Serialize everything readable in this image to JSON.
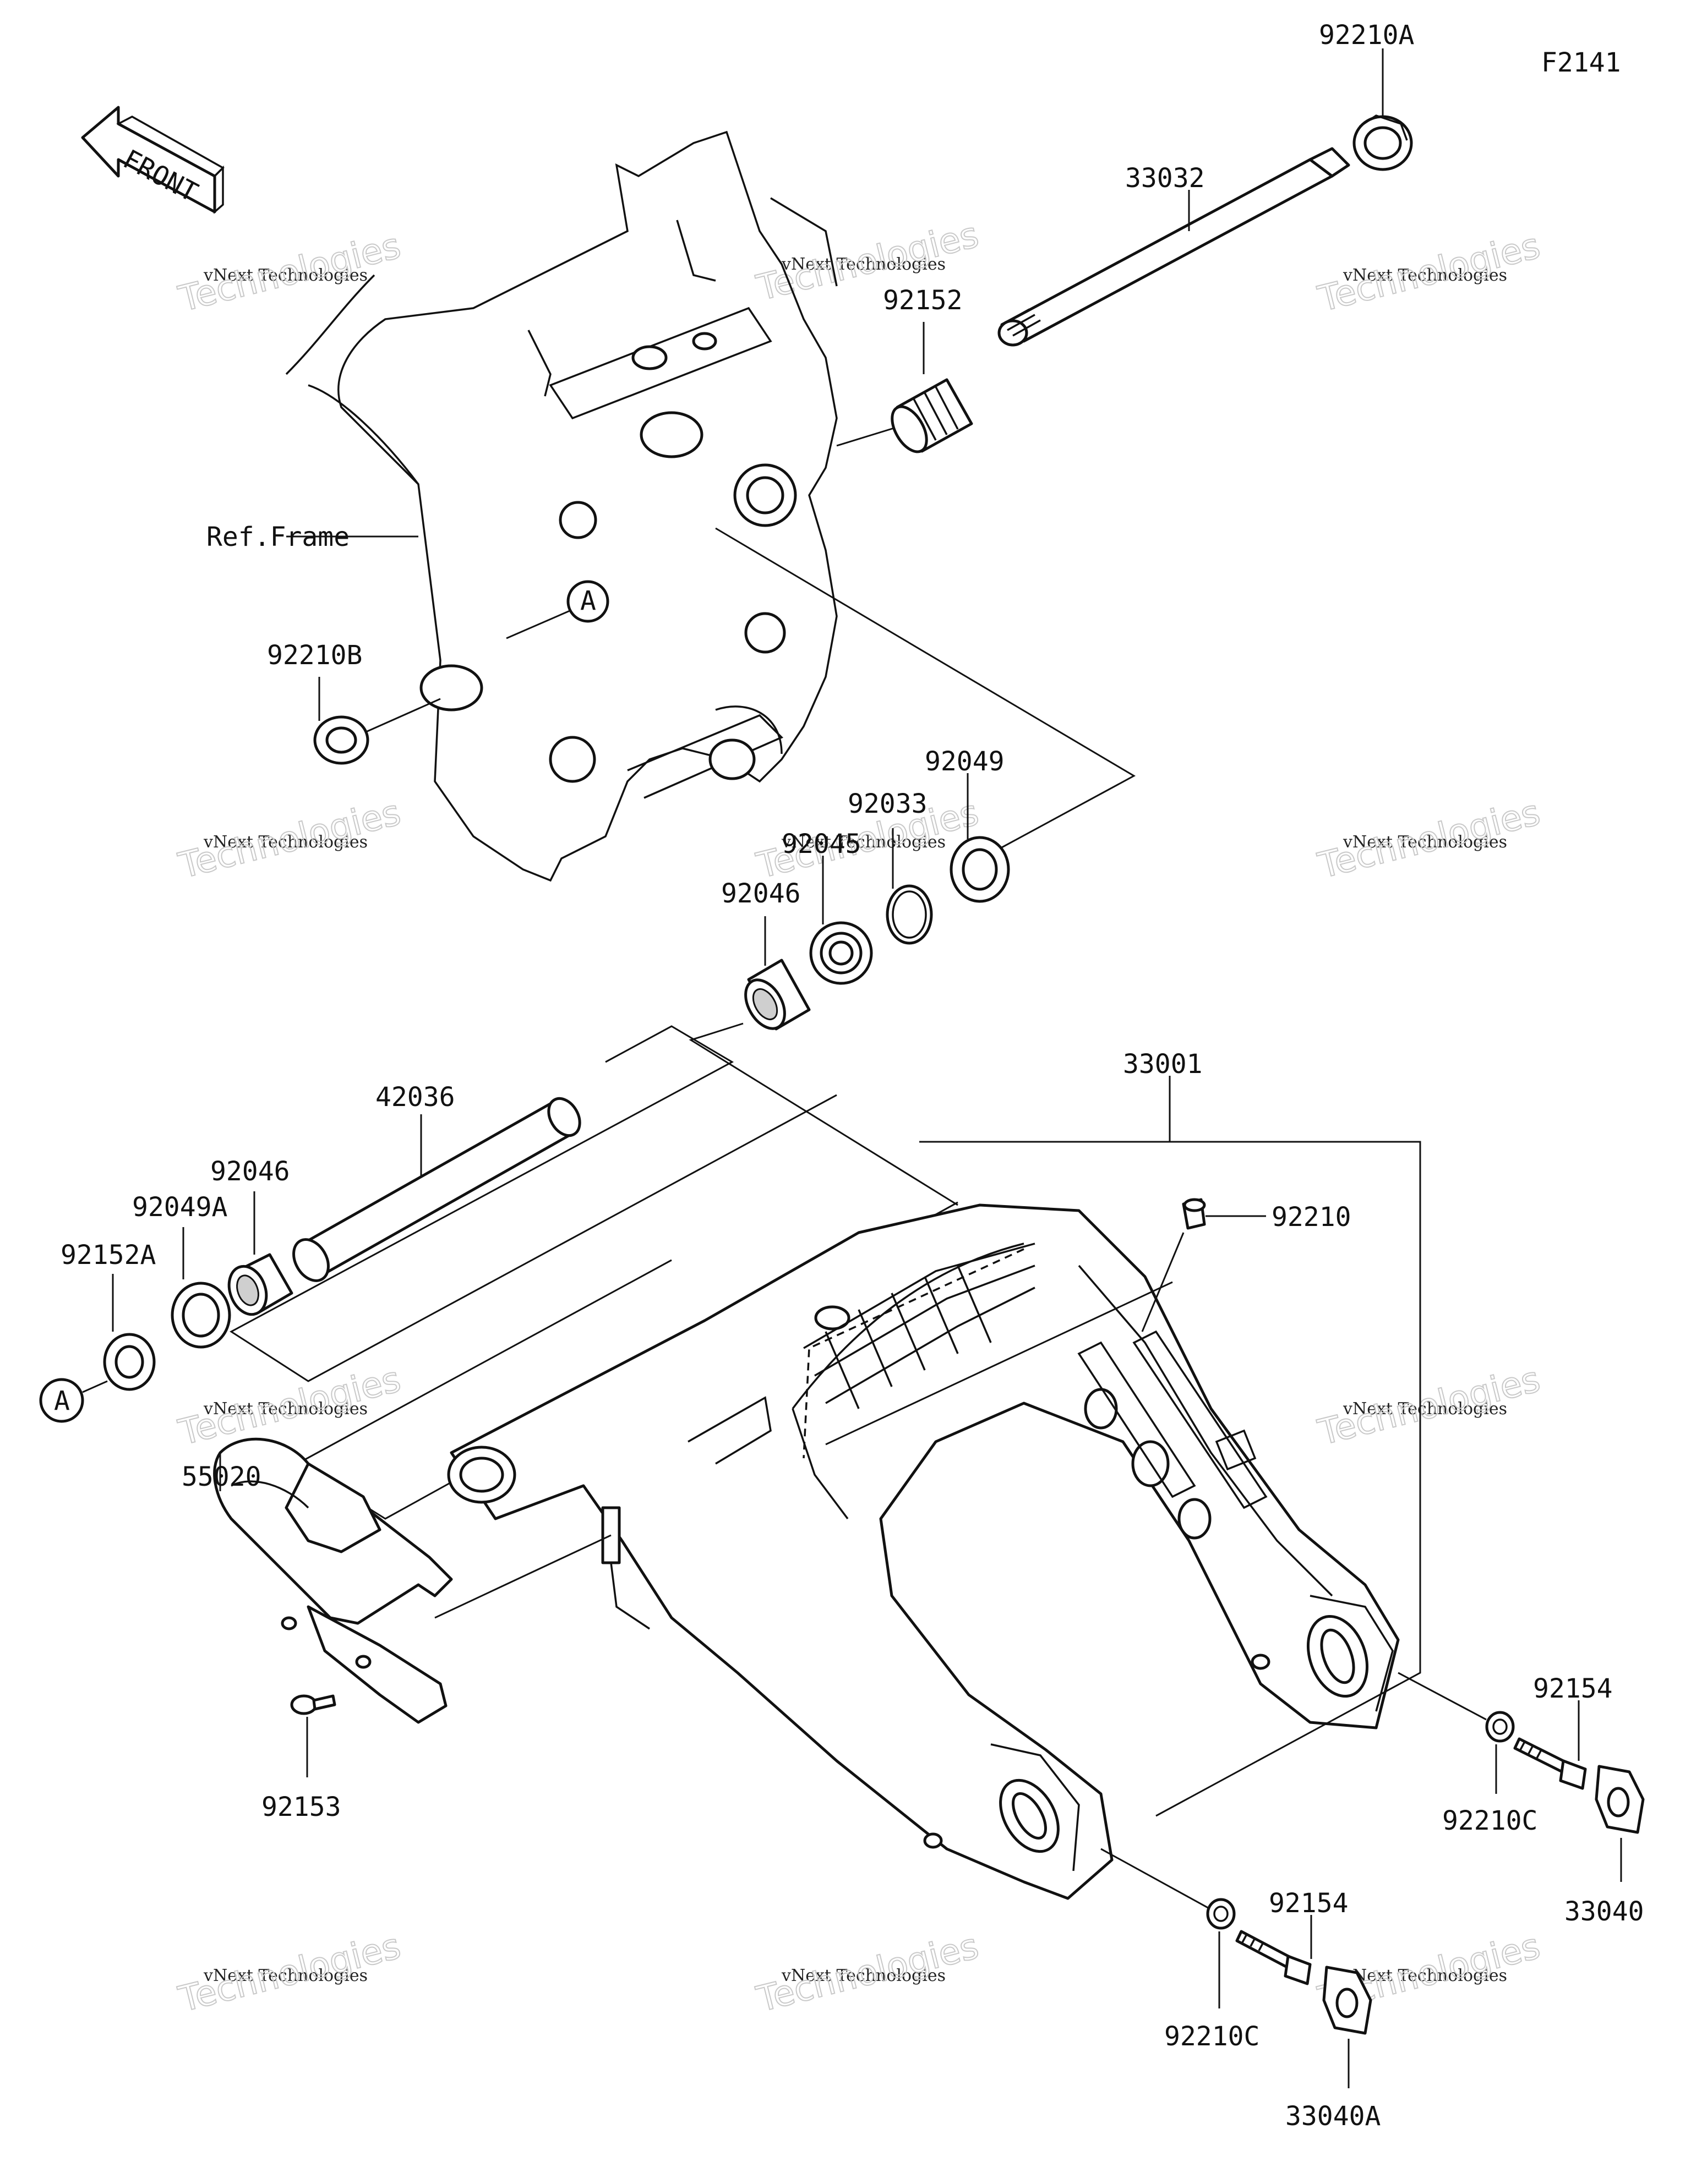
{
  "diagram": {
    "figure_code": "F2141",
    "front_label": "FRONT",
    "ref_label": "Ref.Frame",
    "callout_marker": "A",
    "watermark_line1": "vNext Technologies",
    "watermark_line2": "Technologies",
    "parts": {
      "p92210A": "92210A",
      "p33032": "33032",
      "p92152": "92152",
      "p92210B": "92210B",
      "p92049": "92049",
      "p92033": "92033",
      "p92045": "92045",
      "p92046_top": "92046",
      "p42036": "42036",
      "p33001": "33001",
      "p92046_left": "92046",
      "p92049A": "92049A",
      "p92152A": "92152A",
      "p92210": "92210",
      "p55020": "55020",
      "p92153": "92153",
      "p92154_right": "92154",
      "p92210C_right": "92210C",
      "p33040": "33040",
      "p92154_bottom": "92154",
      "p92210C_bottom": "92210C",
      "p33040A": "33040A"
    }
  }
}
